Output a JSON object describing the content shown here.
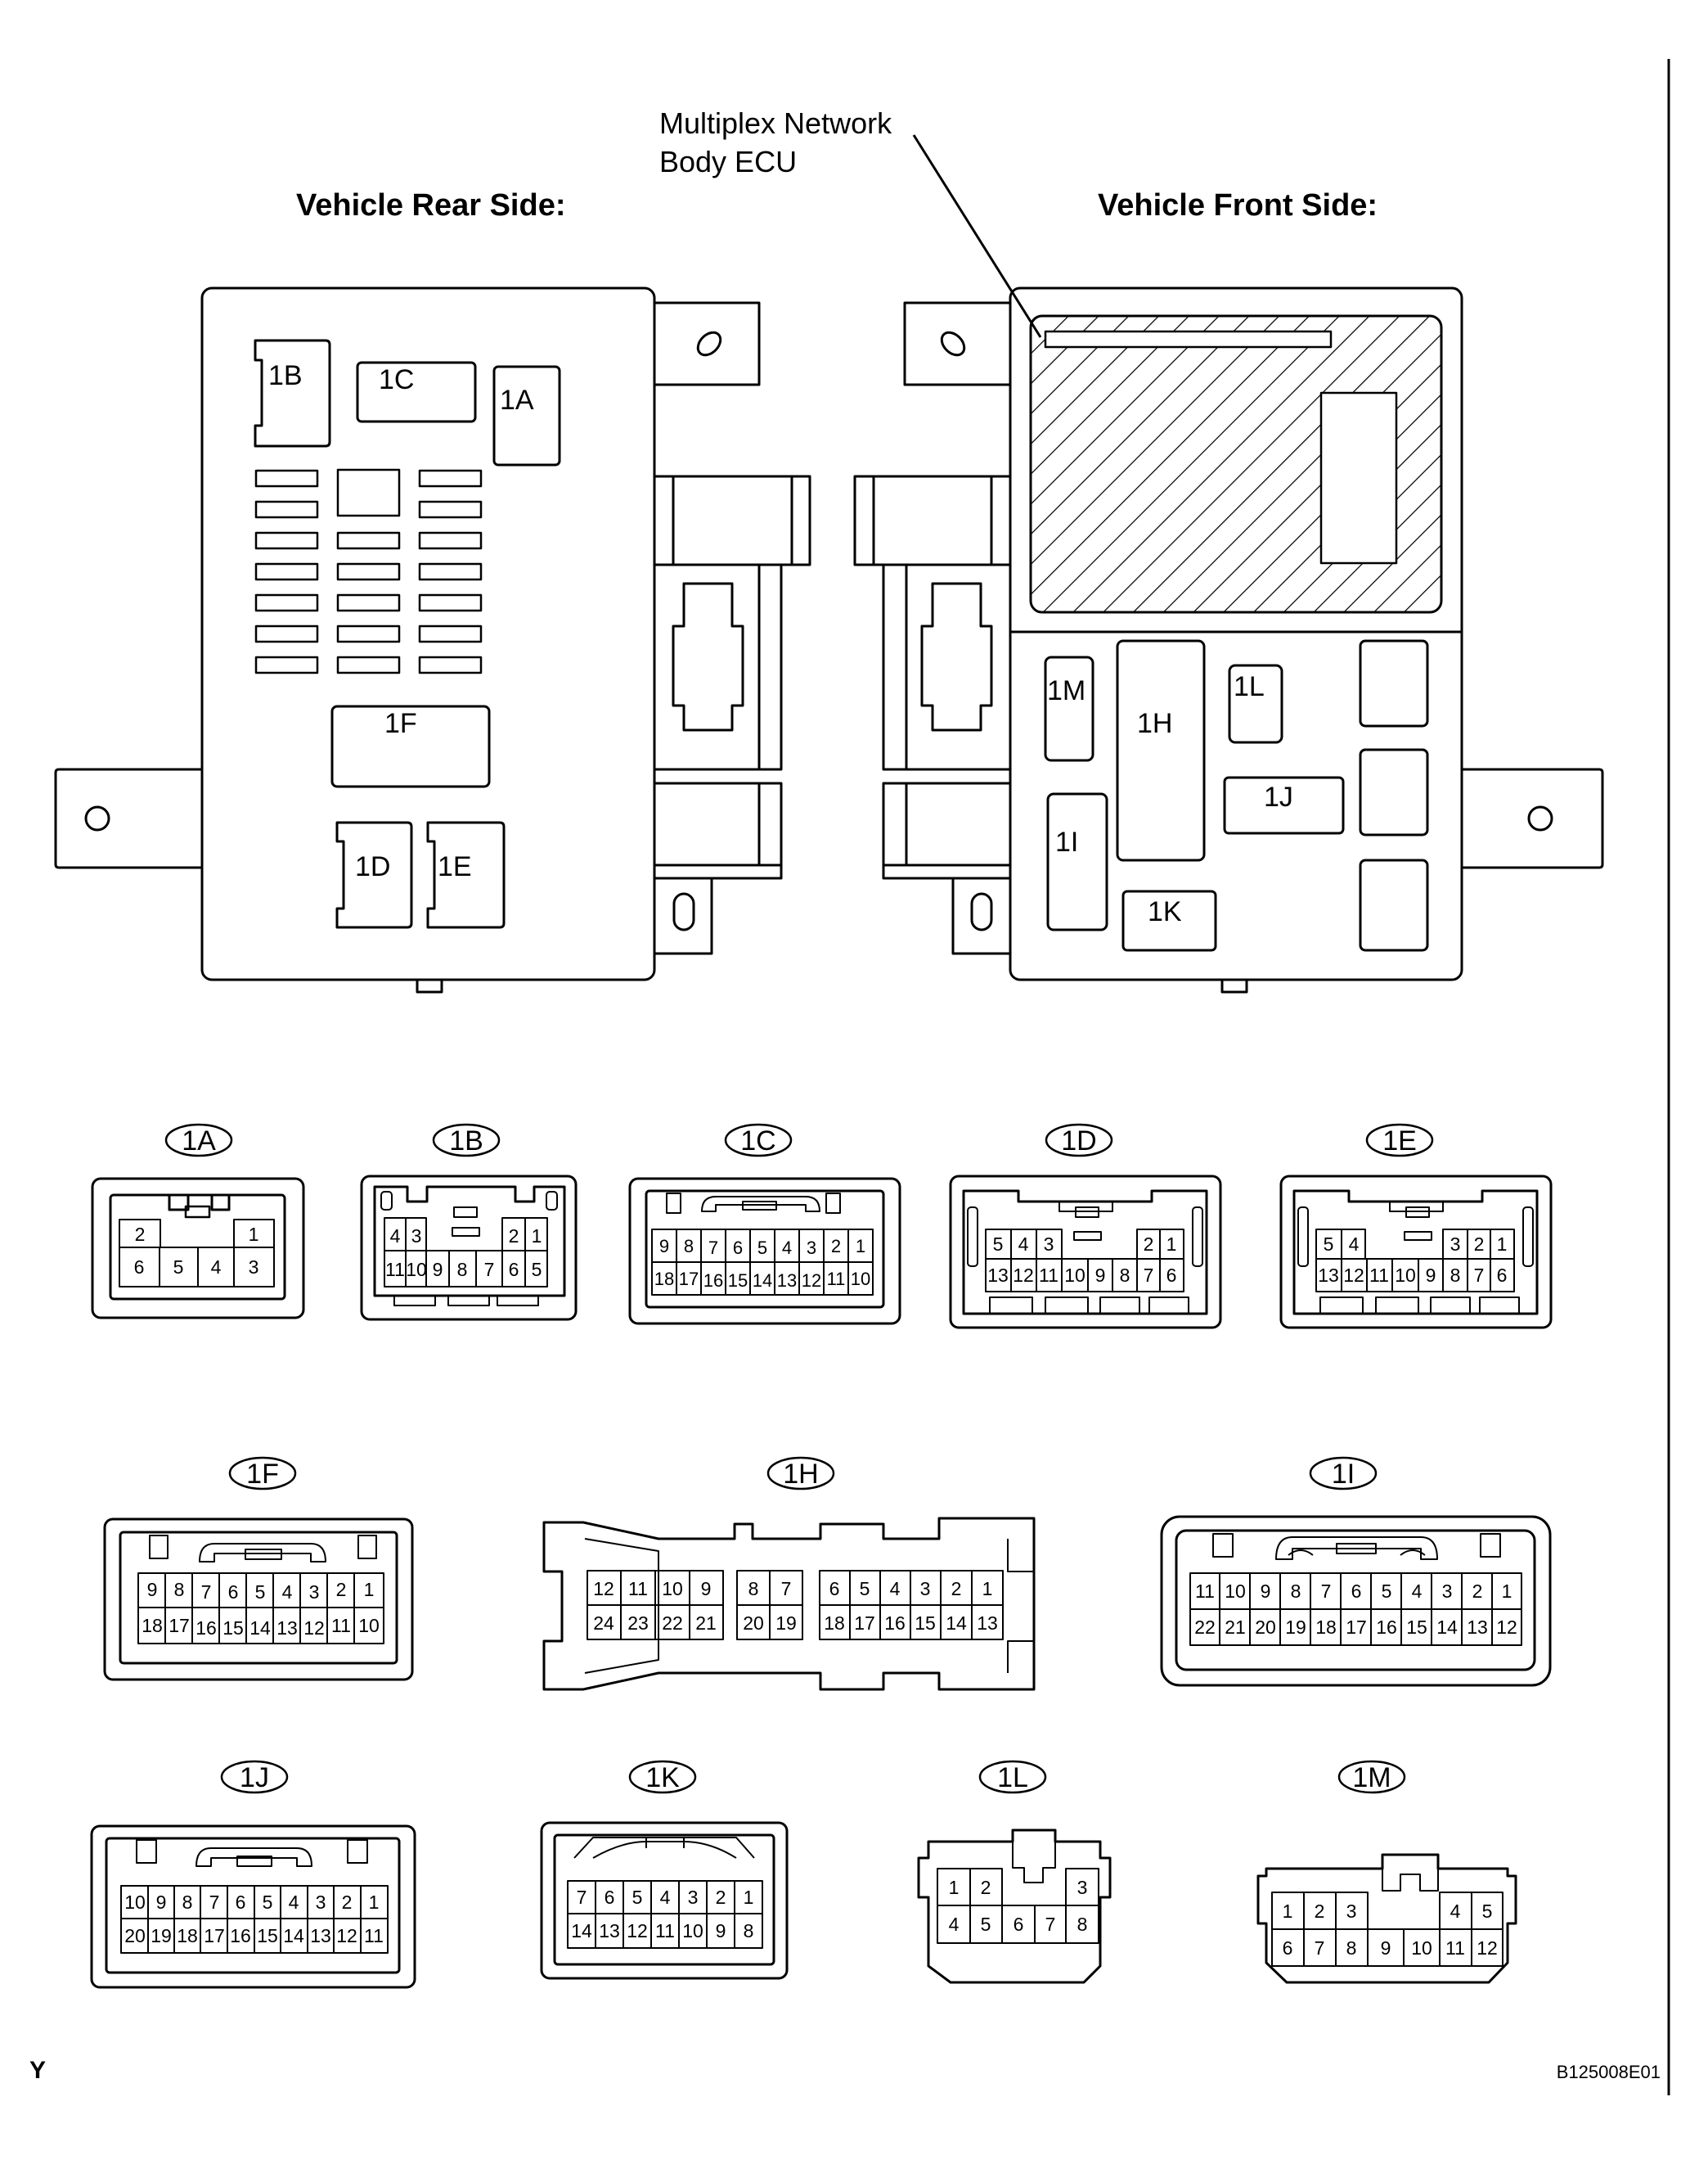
{
  "callout": {
    "line1": "Multiplex Network",
    "line2": "Body ECU"
  },
  "views": {
    "rear": "Vehicle Rear Side:",
    "front": "Vehicle Front Side:"
  },
  "block_labels": {
    "1A": "1A",
    "1B": "1B",
    "1C": "1C",
    "1D": "1D",
    "1E": "1E",
    "1F": "1F",
    "1H": "1H",
    "1I": "1I",
    "1J": "1J",
    "1K": "1K",
    "1L": "1L",
    "1M": "1M"
  },
  "connectors": {
    "1A": {
      "label": "1A",
      "rows": [
        [
          "2",
          "",
          "",
          "1"
        ],
        [
          "6",
          "5",
          "4",
          "3"
        ]
      ]
    },
    "1B": {
      "label": "1B",
      "rows": [
        [
          "4",
          "3",
          "",
          "",
          "",
          "2",
          "1"
        ],
        [
          "11",
          "10",
          "9",
          "8",
          "7",
          "6",
          "5"
        ]
      ]
    },
    "1C": {
      "label": "1C",
      "rows": [
        [
          "9",
          "8",
          "7",
          "6",
          "5",
          "4",
          "3",
          "2",
          "1"
        ],
        [
          "18",
          "17",
          "16",
          "15",
          "14",
          "13",
          "12",
          "11",
          "10"
        ]
      ]
    },
    "1D": {
      "label": "1D",
      "rows": [
        [
          "5",
          "4",
          "3",
          "",
          "",
          "2",
          "1"
        ],
        [
          "13",
          "12",
          "11",
          "10",
          "9",
          "8",
          "7",
          "6"
        ]
      ]
    },
    "1E": {
      "label": "1E",
      "rows": [
        [
          "5",
          "4",
          "",
          "",
          "3",
          "2",
          "1"
        ],
        [
          "13",
          "12",
          "11",
          "10",
          "9",
          "8",
          "7",
          "6"
        ]
      ]
    },
    "1F": {
      "label": "1F",
      "rows": [
        [
          "9",
          "8",
          "7",
          "6",
          "5",
          "4",
          "3",
          "2",
          "1"
        ],
        [
          "18",
          "17",
          "16",
          "15",
          "14",
          "13",
          "12",
          "11",
          "10"
        ]
      ]
    },
    "1H": {
      "label": "1H",
      "groups": [
        {
          "rows": [
            [
              "12",
              "11",
              "10",
              "9"
            ],
            [
              "24",
              "23",
              "22",
              "21"
            ]
          ]
        },
        {
          "rows": [
            [
              "8",
              "7"
            ],
            [
              "20",
              "19"
            ]
          ]
        },
        {
          "rows": [
            [
              "6",
              "5",
              "4",
              "3",
              "2",
              "1"
            ],
            [
              "18",
              "17",
              "16",
              "15",
              "14",
              "13"
            ]
          ]
        }
      ]
    },
    "1I": {
      "label": "1I",
      "rows": [
        [
          "11",
          "10",
          "9",
          "8",
          "7",
          "6",
          "5",
          "4",
          "3",
          "2",
          "1"
        ],
        [
          "22",
          "21",
          "20",
          "19",
          "18",
          "17",
          "16",
          "15",
          "14",
          "13",
          "12"
        ]
      ]
    },
    "1J": {
      "label": "1J",
      "rows": [
        [
          "10",
          "9",
          "8",
          "7",
          "6",
          "5",
          "4",
          "3",
          "2",
          "1"
        ],
        [
          "20",
          "19",
          "18",
          "17",
          "16",
          "15",
          "14",
          "13",
          "12",
          "11"
        ]
      ]
    },
    "1K": {
      "label": "1K",
      "rows": [
        [
          "7",
          "6",
          "5",
          "4",
          "3",
          "2",
          "1"
        ],
        [
          "14",
          "13",
          "12",
          "11",
          "10",
          "9",
          "8"
        ]
      ]
    },
    "1L": {
      "label": "1L",
      "rows": [
        [
          "1",
          "2",
          "",
          "",
          "3"
        ],
        [
          "4",
          "5",
          "6",
          "7",
          "8"
        ]
      ]
    },
    "1M": {
      "label": "1M",
      "rows": [
        [
          "1",
          "2",
          "3",
          "",
          "",
          "",
          "4",
          "5"
        ],
        [
          "6",
          "7",
          "8",
          "9",
          "10",
          "11",
          "12"
        ]
      ]
    }
  },
  "footer": {
    "left": "Y",
    "right": "B125008E01"
  }
}
